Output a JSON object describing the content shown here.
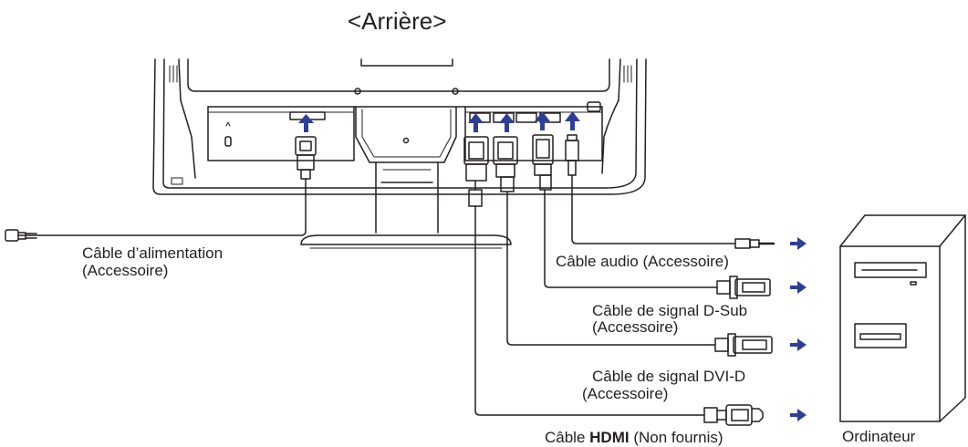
{
  "title": "<Arrière>",
  "labels": {
    "power_cable": "Câble d’alimentation",
    "power_cable_note": "(Accessoire)",
    "audio_cable": "Câble audio (Accessoire)",
    "dsub_cable": "Câble de signal D-Sub",
    "dsub_cable_note": "(Accessoire)",
    "dvi_cable": "Câble de signal DVI-D",
    "dvi_cable_note": "(Accessoire)",
    "hdmi_prefix": "Câble ",
    "hdmi_word": "HDMI",
    "hdmi_suffix": " (Non fournis)",
    "computer": "Ordinateur"
  },
  "colors": {
    "line": "#231f20",
    "arrow": "#2e3f91",
    "background": "#ffffff"
  }
}
